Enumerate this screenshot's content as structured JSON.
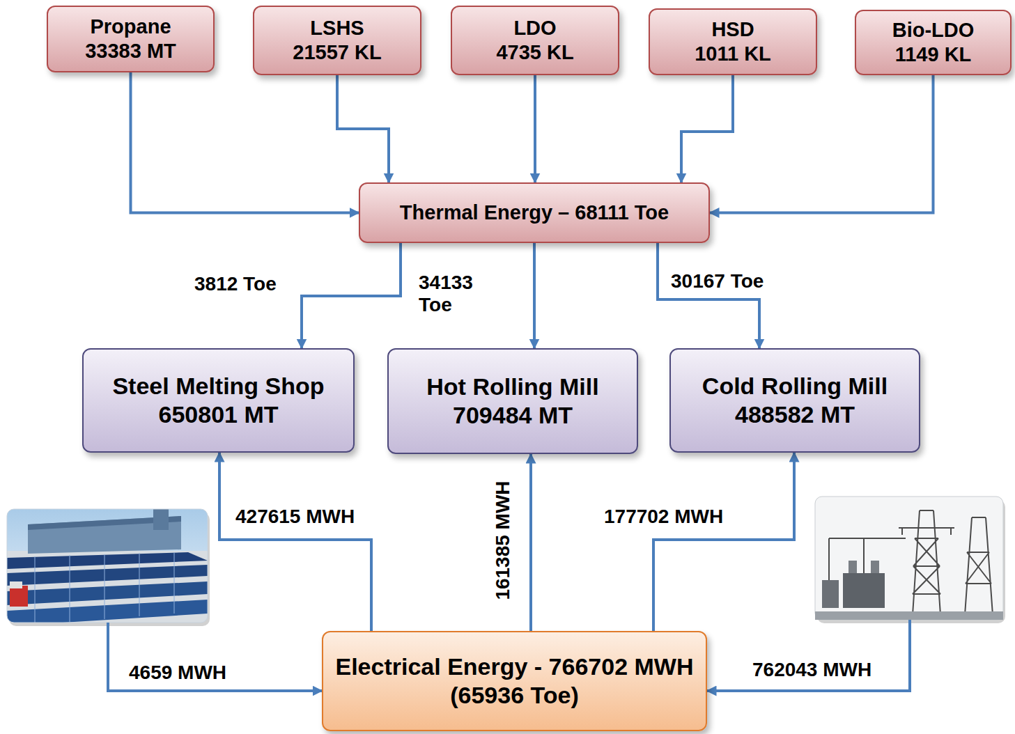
{
  "diagram": {
    "nodes": [
      {
        "text": [
          "Propane",
          "33383 MT"
        ]
      },
      {
        "text": [
          "LSHS",
          "21557 KL"
        ]
      },
      {
        "text": [
          "LDO",
          "4735 KL"
        ]
      },
      {
        "text": [
          "HSD",
          "1011 KL"
        ]
      },
      {
        "text": [
          "Bio-LDO",
          "1149 KL"
        ]
      },
      {
        "text": [
          "Thermal Energy – 68111 Toe"
        ]
      },
      {
        "text": [
          "Steel Melting Shop",
          "650801 MT"
        ]
      },
      {
        "text": [
          "Hot Rolling Mill",
          "709484 MT"
        ]
      },
      {
        "text": [
          "Cold Rolling Mill",
          "488582 MT"
        ]
      },
      {
        "text": [
          "Electrical Energy - 766702 MWH (65936 Toe)"
        ]
      }
    ],
    "edges": [
      {
        "from": 0,
        "to": 5,
        "arrow": "to"
      },
      {
        "from": 1,
        "to": 5,
        "arrow": "to"
      },
      {
        "from": 2,
        "to": 5,
        "arrow": "to"
      },
      {
        "from": 3,
        "to": 5,
        "arrow": "to"
      },
      {
        "from": 4,
        "to": 5,
        "arrow": "to"
      },
      {
        "from": 5,
        "to": 6,
        "label": "3812 Toe",
        "arrow": "to"
      },
      {
        "from": 5,
        "to": 7,
        "label": "34133 Toe",
        "arrow": "to"
      },
      {
        "from": 5,
        "to": 8,
        "label": "30167 Toe",
        "arrow": "to"
      },
      {
        "from": 9,
        "to": 6,
        "label": "427615 MWH",
        "arrow": "to"
      },
      {
        "from": 9,
        "to": 7,
        "label": "161385 MWH",
        "arrow": "to"
      },
      {
        "from": 9,
        "to": 8,
        "label": "177702 MWH",
        "arrow": "to"
      }
    ],
    "labels": [
      "4659 MWH",
      "762043 MWH"
    ]
  }
}
